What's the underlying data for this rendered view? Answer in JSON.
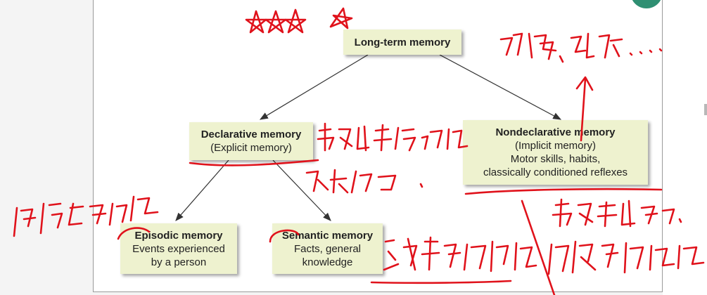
{
  "nodes": {
    "ltm": {
      "title": "Long-term memory"
    },
    "decl": {
      "title": "Declarative memory",
      "sub": "(Explicit memory)"
    },
    "nondecl": {
      "title": "Nondeclarative memory",
      "line1": "(Implicit memory)",
      "line2": "Motor skills, habits,",
      "line3": "classically conditioned reflexes"
    },
    "episodic": {
      "title": "Episodic memory",
      "line1": "Events experienced",
      "line2": "by a person"
    },
    "semantic": {
      "title": "Semantic memory",
      "line1": "Facts, general",
      "line2": "knowledge"
    }
  },
  "colors": {
    "box_fill": "#eef2cf",
    "ink": "#e0121b",
    "frame": "#9a9a9a"
  }
}
